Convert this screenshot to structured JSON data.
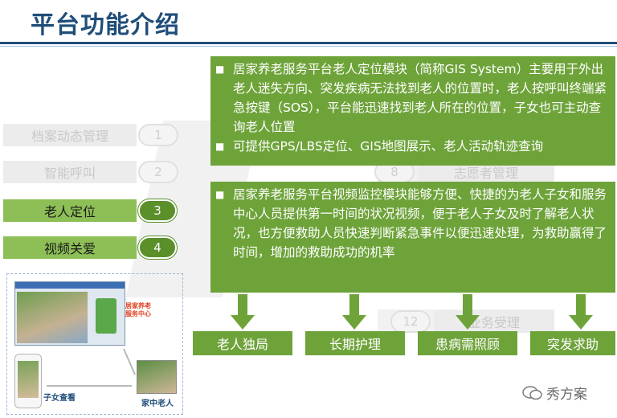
{
  "page": {
    "title": "平台功能介绍"
  },
  "menu": {
    "faded": [
      {
        "label": "档案动态管理",
        "num": "1"
      },
      {
        "label": "智能呼叫",
        "num": "2"
      }
    ],
    "active": [
      {
        "label": "老人定位",
        "num": "3"
      },
      {
        "label": "视频关爱",
        "num": "4"
      }
    ]
  },
  "background_items": [
    {
      "label": "志愿者管理",
      "num": "8"
    },
    {
      "label": "业务受理",
      "num": "12"
    }
  ],
  "panels": {
    "location": {
      "bullet1": "居家养老服务平台老人定位模块（简称GIS System）主要用于外出老人迷失方向、突发疾病无法找到老人的位置时，老人按呼叫终端紧急按键（SOS），平台能迅速找到老人所在的位置，子女也可主动查询老人位置",
      "bullet2": "可提供GPS/LBS定位、GIS地图展示、老人活动轨迹查询"
    },
    "video": {
      "bullet1": "居家养老服务平台视频监控模块能够方便、快捷的为老人子女和服务中心人员提供第一时间的状况视频，便于老人子女及时了解老人状况，也方便救助人员快速判断紧急事件以便迅速处理，为救助赢得了时间，增加的救助成功的机率"
    }
  },
  "outcomes": [
    "老人独局",
    "长期护理",
    "患病需照顾",
    "突发求助"
  ],
  "screenshot": {
    "side_label": "居家养老服务中心",
    "phone_label": "子女查看",
    "elder_label": "家中老人"
  },
  "watermark": "秀方案",
  "colors": {
    "accent_green": "#6ea33a",
    "dark_green": "#5a8f2a",
    "title_blue": "#1f4e79"
  },
  "icons": {
    "bullet": "square-bullet-icon",
    "arrow": "down-arrow-icon",
    "watermark": "wechat-icon"
  }
}
